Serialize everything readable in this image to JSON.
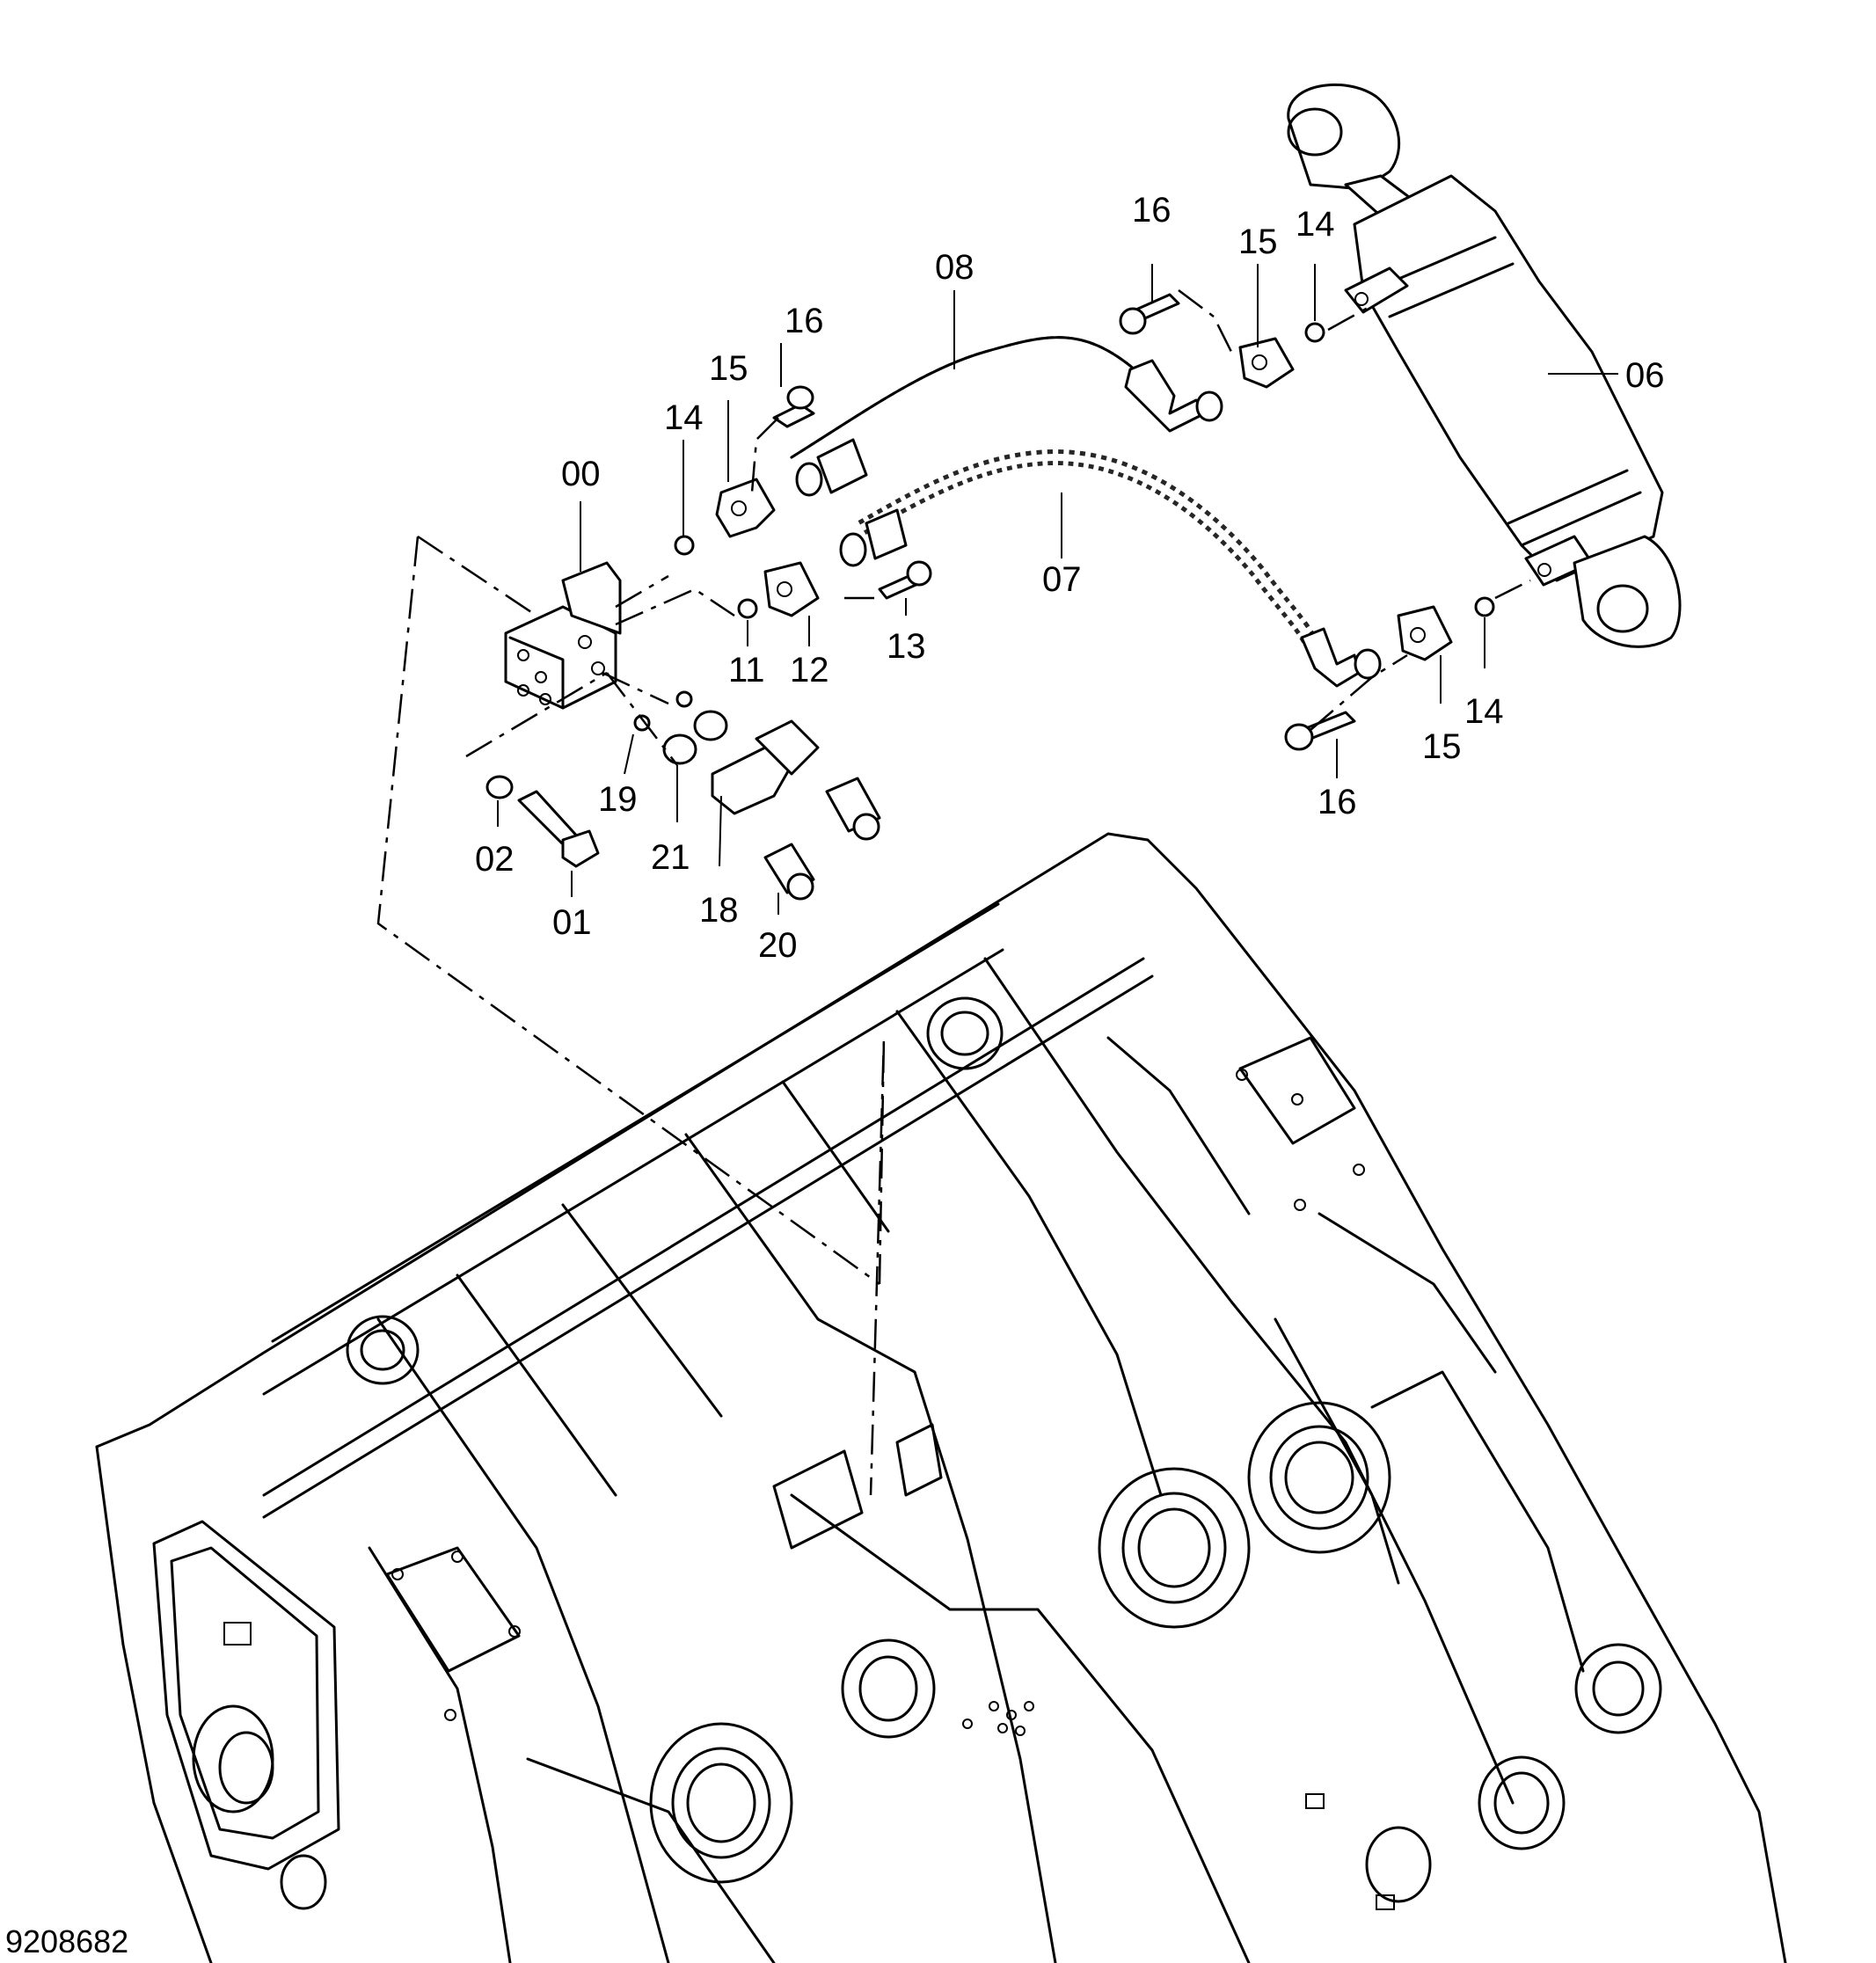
{
  "drawing_number": "9208682",
  "part_labels": [
    "00",
    "01",
    "02",
    "06",
    "07",
    "08",
    "11",
    "12",
    "13",
    "14",
    "14",
    "14",
    "15",
    "15",
    "15",
    "16",
    "16",
    "16",
    "18",
    "19",
    "20",
    "21"
  ]
}
